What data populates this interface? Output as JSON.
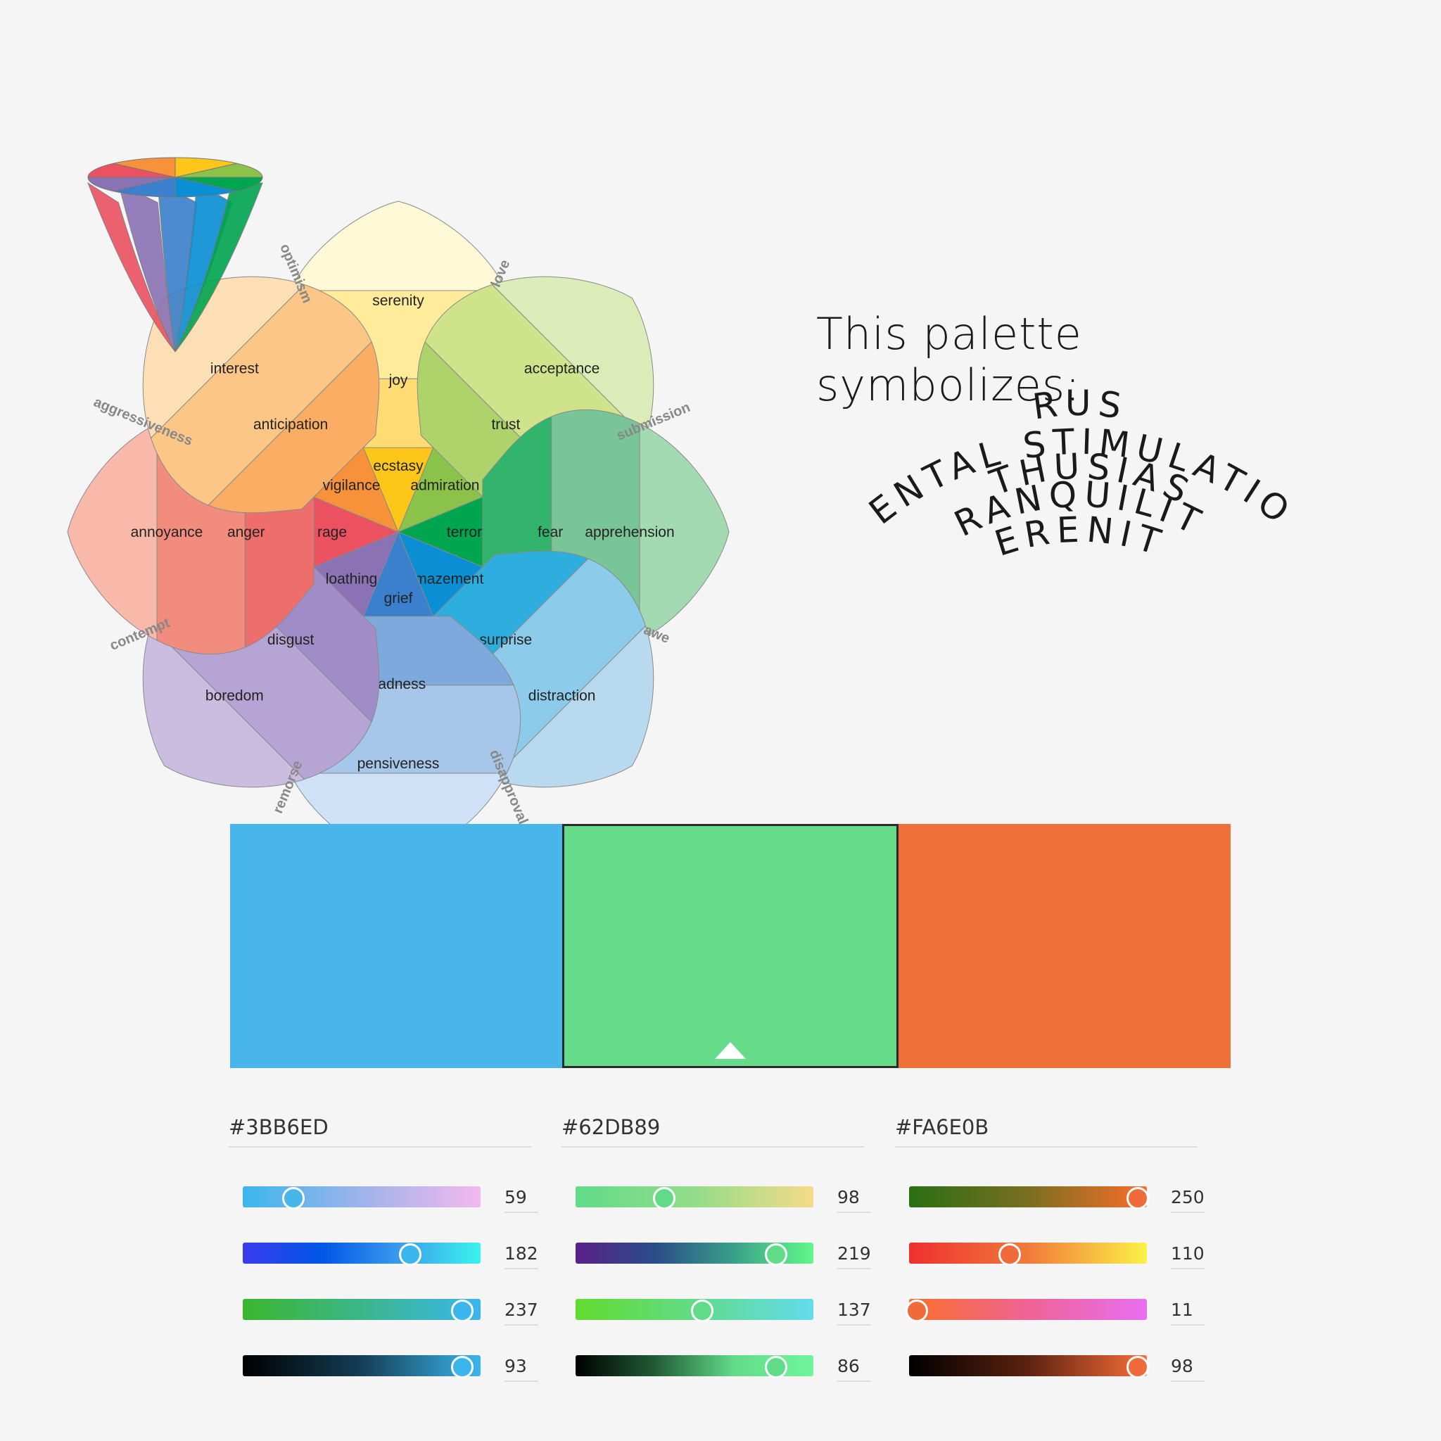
{
  "wheel": {
    "petals": [
      {
        "id": "joy",
        "outer": "serenity",
        "middle": "joy",
        "inner": "ecstasy",
        "colors": [
          "#fef9d6",
          "#ffec9a",
          "#ffdc73",
          "#ffc61a"
        ]
      },
      {
        "id": "trust",
        "outer": "acceptance",
        "middle": "trust",
        "inner": "admiration",
        "colors": [
          "#dcecb8",
          "#cfe38a",
          "#aed36a",
          "#8bc34a"
        ]
      },
      {
        "id": "fear",
        "outer": "apprehension",
        "middle": "fear",
        "inner": "terror",
        "colors": [
          "#a3dab1",
          "#79c597",
          "#33b46d",
          "#00a550"
        ]
      },
      {
        "id": "surprise",
        "outer": "distraction",
        "middle": "surprise",
        "inner": "amazement",
        "colors": [
          "#b9d9ee",
          "#8ccbea",
          "#2eaede",
          "#0a8fd4"
        ]
      },
      {
        "id": "sadness",
        "outer": "pensiveness",
        "middle": "sadness",
        "inner": "grief",
        "colors": [
          "#cfe1f7",
          "#a6c6ea",
          "#7ea9dc",
          "#3a80cc"
        ]
      },
      {
        "id": "disgust",
        "outer": "boredom",
        "middle": "disgust",
        "inner": "loathing",
        "colors": [
          "#cbbde0",
          "#b6a5d4",
          "#a08cc6",
          "#8a72b5"
        ]
      },
      {
        "id": "anger",
        "outer": "annoyance",
        "middle": "anger",
        "inner": "rage",
        "colors": [
          "#f8b9ab",
          "#f28c7e",
          "#ee6e6b",
          "#ec5161"
        ]
      },
      {
        "id": "anticipation",
        "outer": "interest",
        "middle": "anticipation",
        "inner": "vigilance",
        "colors": [
          "#fddfb5",
          "#fcc687",
          "#fbae63",
          "#f7923a"
        ]
      }
    ],
    "dyads": [
      "love",
      "submission",
      "awe",
      "disapproval",
      "remorse",
      "contempt",
      "aggressiveness",
      "optimism"
    ],
    "cone_colors": [
      "#ffc61a",
      "#8bc34a",
      "#00a550",
      "#0a8fd4",
      "#3a80cc",
      "#8a72b5",
      "#ec5161",
      "#f7923a"
    ]
  },
  "headline": "This palette symbolizes:",
  "words": [
    "TRUST",
    "MENTAL STIMULATION",
    "ENTHUSIASM",
    "TRANQUILITY",
    "SERENITY"
  ],
  "palette": [
    {
      "hex": "#3BB6ED",
      "color": "#48b6eb",
      "selected": false,
      "sliders": [
        {
          "value": "59",
          "knob": 0.21,
          "gradient": "linear-gradient(90deg,#3bb6ed,#9fb3ea,#f2b9ee)",
          "knob_color": "#48b6eb"
        },
        {
          "value": "182",
          "knob": 0.7,
          "gradient": "linear-gradient(90deg,#3b3bed,#0057e8,#3b9ded,#3bf3ed)",
          "knob_color": "#3bb6ed"
        },
        {
          "value": "237",
          "knob": 0.92,
          "gradient": "linear-gradient(90deg,#3bb62e,#3bb68a,#3bb6ed)",
          "knob_color": "#3bb6ed"
        },
        {
          "value": "93",
          "knob": 0.92,
          "gradient": "linear-gradient(90deg,#000000,#143e56,#3bb6ed)",
          "knob_color": "#3bb6ed"
        }
      ]
    },
    {
      "hex": "#62DB89",
      "color": "#66db89",
      "selected": true,
      "sliders": [
        {
          "value": "98",
          "knob": 0.37,
          "gradient": "linear-gradient(90deg,#62db89,#93dc89,#f5db89)",
          "knob_color": "#62db89"
        },
        {
          "value": "219",
          "knob": 0.84,
          "gradient": "linear-gradient(90deg,#5a1f89,#2a4d89,#3aa089,#62f889)",
          "knob_color": "#62db89"
        },
        {
          "value": "137",
          "knob": 0.53,
          "gradient": "linear-gradient(90deg,#62db2e,#62db89,#62dbee)",
          "knob_color": "#62db89"
        },
        {
          "value": "86",
          "knob": 0.84,
          "gradient": "linear-gradient(90deg,#000000,#215c35,#62db89,#70f59b)",
          "knob_color": "#62db89"
        }
      ]
    },
    {
      "hex": "#FA6E0B",
      "color": "#ef6f39",
      "selected": false,
      "sliders": [
        {
          "value": "250",
          "knob": 0.96,
          "gradient": "linear-gradient(90deg,#2a6e14,#7a6e20,#fa6e2a)",
          "knob_color": "#f06a3a"
        },
        {
          "value": "110",
          "knob": 0.42,
          "gradient": "linear-gradient(90deg,#ee3030,#f17a3a,#fbf247)",
          "knob_color": "#f06a3a"
        },
        {
          "value": "11",
          "knob": 0.03,
          "gradient": "linear-gradient(90deg,#fa6e2a,#ee6496,#e86ef0)",
          "knob_color": "#f06a3a"
        },
        {
          "value": "98",
          "knob": 0.96,
          "gradient": "linear-gradient(90deg,#000000,#5c2210,#fa6e3a)",
          "knob_color": "#f06a3a"
        }
      ]
    }
  ]
}
